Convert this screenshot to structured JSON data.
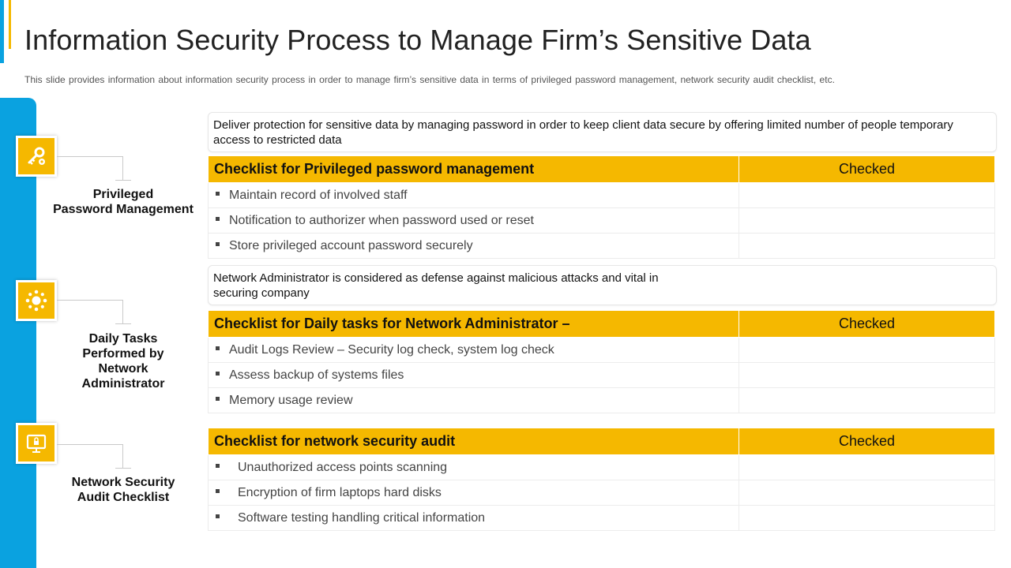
{
  "header": {
    "title": "Information Security Process to Manage Firm’s Sensitive Data",
    "subtitle": "This slide provides information about information security process in order to manage firm’s sensitive data in terms of privileged password management, network security audit checklist, etc."
  },
  "colors": {
    "accent": "#f5b800",
    "bar": "#0aa2e0"
  },
  "sections": [
    {
      "icon": "key-gear-icon",
      "label_lines": [
        "Privileged",
        "Password Management"
      ],
      "description": "Deliver protection for sensitive data by managing password in order to keep client data secure by offering limited number of people temporary access to restricted data",
      "checklist_title": "Checklist for Privileged password management",
      "checked_header": "Checked",
      "items": [
        "Maintain record of involved staff",
        "Notification to authorizer when password used or reset",
        "Store privileged account password securely"
      ]
    },
    {
      "icon": "network-hub-icon",
      "label_lines": [
        "Daily Tasks",
        "Performed by",
        "Network",
        "Administrator"
      ],
      "description": "Network Administrator is considered as defense against malicious attacks and vital in securing company",
      "checklist_title": "Checklist for Daily tasks for Network Administrator –",
      "checked_header": "Checked",
      "items": [
        "Audit Logs Review – Security log check, system log check",
        "Assess backup of systems files",
        "Memory usage review"
      ]
    },
    {
      "icon": "secure-monitor-icon",
      "label_lines": [
        "Network Security",
        "Audit Checklist"
      ],
      "checklist_title": "Checklist for network security audit",
      "checked_header": "Checked",
      "items": [
        "Unauthorized access points scanning",
        "Encryption of firm laptops hard disks",
        "Software testing handling critical information"
      ]
    }
  ]
}
